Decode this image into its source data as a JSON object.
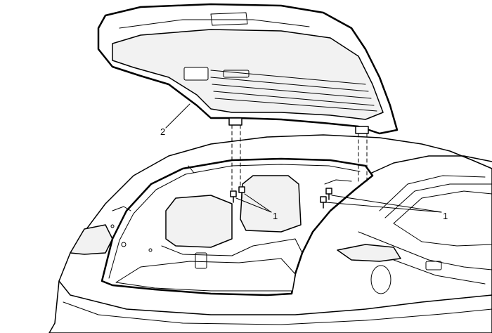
{
  "callouts": [
    {
      "id": "bolts-left",
      "label": "1"
    },
    {
      "id": "bolts-right",
      "label": "1"
    },
    {
      "id": "liftgate",
      "label": "2"
    }
  ]
}
